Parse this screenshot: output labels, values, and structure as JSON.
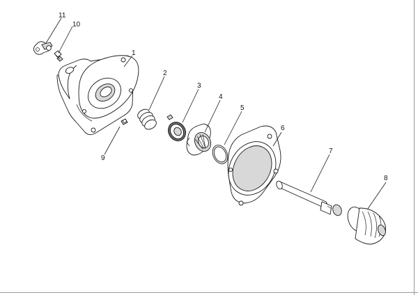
{
  "callouts": {
    "p1": "1",
    "p2": "2",
    "p3": "3",
    "p4": "4",
    "p5": "5",
    "p6": "6",
    "p7": "7",
    "p8": "8",
    "p9": "9",
    "p10": "10",
    "p11": "11"
  },
  "colors": {
    "line": "#1a1a1a",
    "frame": "#9a9a9a",
    "background": "#ffffff"
  }
}
